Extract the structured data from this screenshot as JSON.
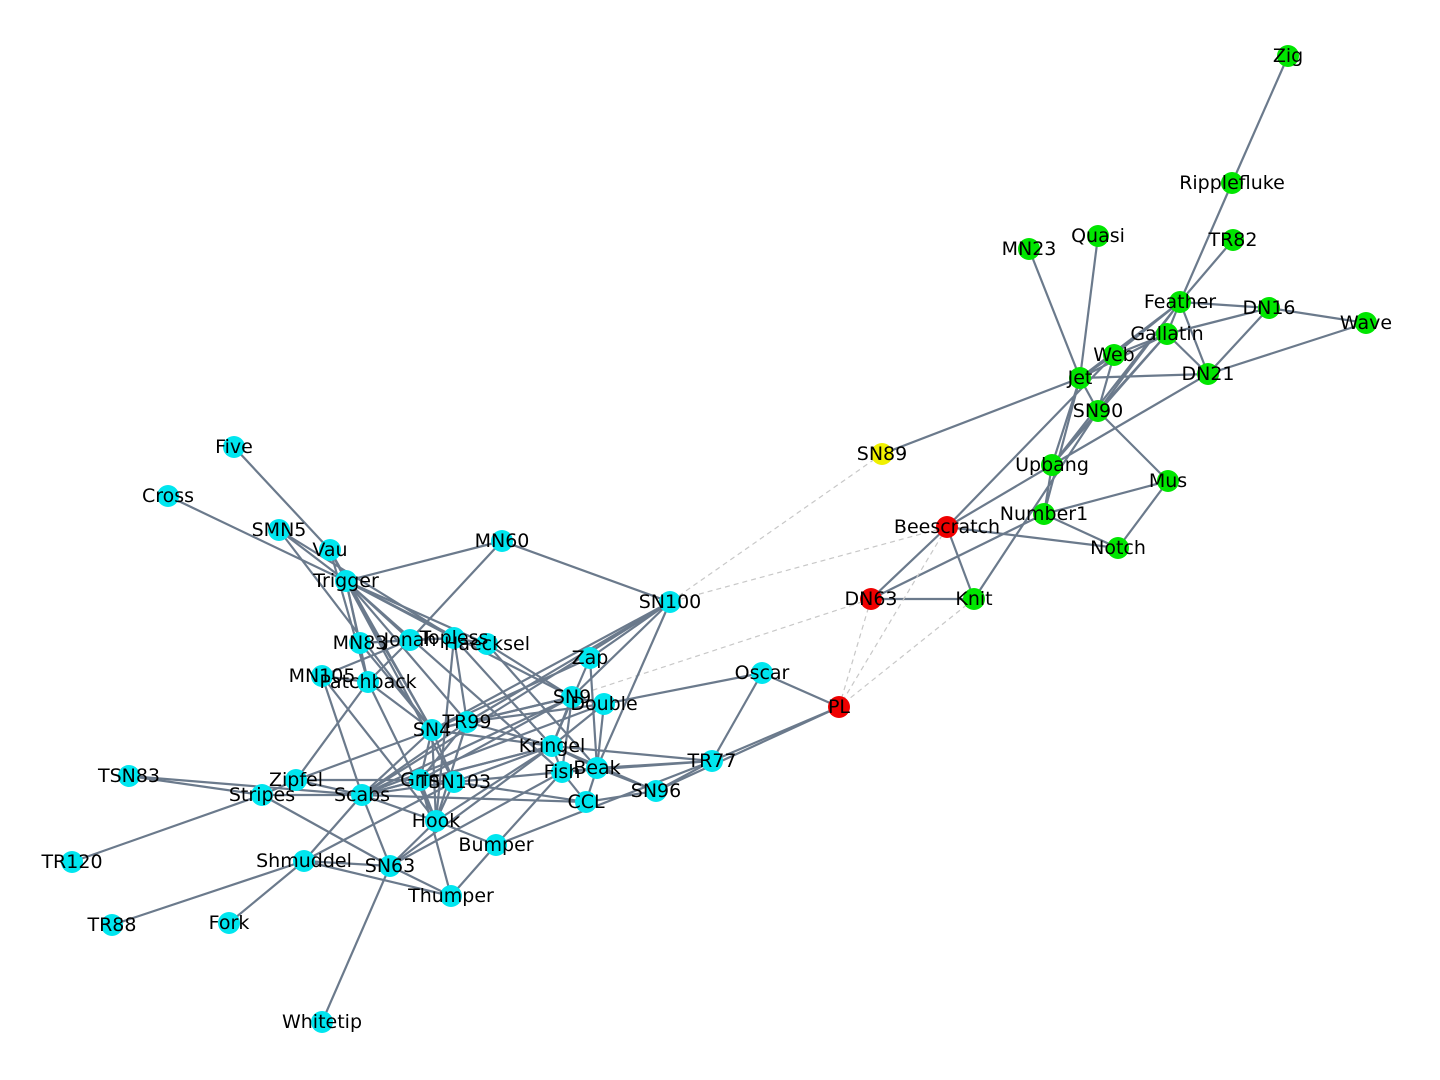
{
  "colors": {
    "cluster_a": "#00e6ef",
    "cluster_b": "#00e600",
    "bridge": "#ef0000",
    "isolated_link": "#f0f000",
    "edge": "#6b7a8c",
    "edge_weak": "#c8c8c8"
  },
  "nodes": [
    {
      "id": "Zig",
      "group": "cluster_b"
    },
    {
      "id": "Ripplefluke",
      "group": "cluster_b"
    },
    {
      "id": "TR82",
      "group": "cluster_b"
    },
    {
      "id": "Quasi",
      "group": "cluster_b"
    },
    {
      "id": "MN23",
      "group": "cluster_b"
    },
    {
      "id": "Feather",
      "group": "cluster_b"
    },
    {
      "id": "DN16",
      "group": "cluster_b"
    },
    {
      "id": "Wave",
      "group": "cluster_b"
    },
    {
      "id": "Gallatin",
      "group": "cluster_b"
    },
    {
      "id": "Web",
      "group": "cluster_b"
    },
    {
      "id": "Jet",
      "group": "cluster_b"
    },
    {
      "id": "DN21",
      "group": "cluster_b"
    },
    {
      "id": "SN90",
      "group": "cluster_b"
    },
    {
      "id": "Upbang",
      "group": "cluster_b"
    },
    {
      "id": "Mus",
      "group": "cluster_b"
    },
    {
      "id": "Number1",
      "group": "cluster_b"
    },
    {
      "id": "Notch",
      "group": "cluster_b"
    },
    {
      "id": "Knit",
      "group": "cluster_b"
    },
    {
      "id": "SN89",
      "group": "isolated_link"
    },
    {
      "id": "Beescratch",
      "group": "bridge"
    },
    {
      "id": "DN63",
      "group": "bridge"
    },
    {
      "id": "PL",
      "group": "bridge"
    },
    {
      "id": "Five",
      "group": "cluster_a"
    },
    {
      "id": "Cross",
      "group": "cluster_a"
    },
    {
      "id": "SMN5",
      "group": "cluster_a"
    },
    {
      "id": "Vau",
      "group": "cluster_a"
    },
    {
      "id": "Trigger",
      "group": "cluster_a"
    },
    {
      "id": "MN60",
      "group": "cluster_a"
    },
    {
      "id": "SN100",
      "group": "cluster_a"
    },
    {
      "id": "MN83",
      "group": "cluster_a"
    },
    {
      "id": "Jonah",
      "group": "cluster_a"
    },
    {
      "id": "Topless",
      "group": "cluster_a"
    },
    {
      "id": "Haecksel",
      "group": "cluster_a"
    },
    {
      "id": "Zap",
      "group": "cluster_a"
    },
    {
      "id": "MN105",
      "group": "cluster_a"
    },
    {
      "id": "Patchback",
      "group": "cluster_a"
    },
    {
      "id": "Oscar",
      "group": "cluster_a"
    },
    {
      "id": "SN9",
      "group": "cluster_a"
    },
    {
      "id": "Double",
      "group": "cluster_a"
    },
    {
      "id": "TR99",
      "group": "cluster_a"
    },
    {
      "id": "SN4",
      "group": "cluster_a"
    },
    {
      "id": "Kringel",
      "group": "cluster_a"
    },
    {
      "id": "TR77",
      "group": "cluster_a"
    },
    {
      "id": "Beak",
      "group": "cluster_a"
    },
    {
      "id": "Fish",
      "group": "cluster_a"
    },
    {
      "id": "TSN83",
      "group": "cluster_a"
    },
    {
      "id": "Zipfel",
      "group": "cluster_a"
    },
    {
      "id": "Stripes",
      "group": "cluster_a"
    },
    {
      "id": "Scabs",
      "group": "cluster_a"
    },
    {
      "id": "Grin",
      "group": "cluster_a"
    },
    {
      "id": "TSN103",
      "group": "cluster_a"
    },
    {
      "id": "SN96",
      "group": "cluster_a"
    },
    {
      "id": "CCL",
      "group": "cluster_a"
    },
    {
      "id": "Hook",
      "group": "cluster_a"
    },
    {
      "id": "Bumper",
      "group": "cluster_a"
    },
    {
      "id": "TR120",
      "group": "cluster_a"
    },
    {
      "id": "Shmuddel",
      "group": "cluster_a"
    },
    {
      "id": "SN63",
      "group": "cluster_a"
    },
    {
      "id": "Thumper",
      "group": "cluster_a"
    },
    {
      "id": "TR88",
      "group": "cluster_a"
    },
    {
      "id": "Fork",
      "group": "cluster_a"
    },
    {
      "id": "Whitetip",
      "group": "cluster_a"
    }
  ],
  "edges": [
    [
      "Zig",
      "Ripplefluke",
      "solid"
    ],
    [
      "Ripplefluke",
      "Feather",
      "solid"
    ],
    [
      "TR82",
      "Feather",
      "solid"
    ],
    [
      "Quasi",
      "Jet",
      "solid"
    ],
    [
      "MN23",
      "Jet",
      "solid"
    ],
    [
      "Feather",
      "DN16",
      "solid"
    ],
    [
      "Feather",
      "Gallatin",
      "solid"
    ],
    [
      "Feather",
      "Web",
      "solid"
    ],
    [
      "Feather",
      "Jet",
      "solid"
    ],
    [
      "Feather",
      "DN21",
      "solid"
    ],
    [
      "Feather",
      "SN90",
      "solid"
    ],
    [
      "Feather",
      "Upbang",
      "solid"
    ],
    [
      "DN16",
      "Wave",
      "solid"
    ],
    [
      "DN16",
      "Gallatin",
      "solid"
    ],
    [
      "DN16",
      "DN21",
      "solid"
    ],
    [
      "Wave",
      "DN21",
      "solid"
    ],
    [
      "Gallatin",
      "Web",
      "solid"
    ],
    [
      "Gallatin",
      "Jet",
      "solid"
    ],
    [
      "Gallatin",
      "DN21",
      "solid"
    ],
    [
      "Gallatin",
      "SN90",
      "solid"
    ],
    [
      "Gallatin",
      "Upbang",
      "solid"
    ],
    [
      "Web",
      "Jet",
      "solid"
    ],
    [
      "Web",
      "SN90",
      "solid"
    ],
    [
      "Web",
      "Beescratch",
      "solid"
    ],
    [
      "Jet",
      "DN21",
      "solid"
    ],
    [
      "Jet",
      "SN90",
      "solid"
    ],
    [
      "Jet",
      "SN89",
      "solid"
    ],
    [
      "Jet",
      "Upbang",
      "solid"
    ],
    [
      "Jet",
      "Number1",
      "solid"
    ],
    [
      "SN90",
      "Mus",
      "solid"
    ],
    [
      "SN90",
      "Knit",
      "solid"
    ],
    [
      "SN90",
      "Upbang",
      "solid"
    ],
    [
      "DN21",
      "Upbang",
      "solid"
    ],
    [
      "Upbang",
      "Number1",
      "solid"
    ],
    [
      "Upbang",
      "Beescratch",
      "solid"
    ],
    [
      "Mus",
      "Number1",
      "solid"
    ],
    [
      "Mus",
      "Notch",
      "solid"
    ],
    [
      "Number1",
      "Notch",
      "solid"
    ],
    [
      "Beescratch",
      "Notch",
      "solid"
    ],
    [
      "Beescratch",
      "Knit",
      "solid"
    ],
    [
      "Beescratch",
      "DN63",
      "solid"
    ],
    [
      "Number1",
      "DN63",
      "solid"
    ],
    [
      "DN63",
      "Knit",
      "solid"
    ],
    [
      "SN89",
      "SN100",
      "dashed"
    ],
    [
      "Beescratch",
      "SN100",
      "dashed"
    ],
    [
      "DN63",
      "SN9",
      "dashed"
    ],
    [
      "DN63",
      "PL",
      "dashed"
    ],
    [
      "Beescratch",
      "PL",
      "dashed"
    ],
    [
      "Knit",
      "PL",
      "dashed"
    ],
    [
      "PL",
      "Oscar",
      "solid"
    ],
    [
      "PL",
      "TR77",
      "solid"
    ],
    [
      "PL",
      "SN96",
      "solid"
    ],
    [
      "Five",
      "Vau",
      "solid"
    ],
    [
      "Cross",
      "Trigger",
      "solid"
    ],
    [
      "SMN5",
      "Trigger",
      "solid"
    ],
    [
      "SMN5",
      "Topless",
      "solid"
    ],
    [
      "SMN5",
      "SN4",
      "solid"
    ],
    [
      "Vau",
      "Trigger",
      "solid"
    ],
    [
      "Vau",
      "Patchback",
      "solid"
    ],
    [
      "Vau",
      "SN4",
      "solid"
    ],
    [
      "Trigger",
      "MN60",
      "solid"
    ],
    [
      "Trigger",
      "MN83",
      "solid"
    ],
    [
      "Trigger",
      "Jonah",
      "solid"
    ],
    [
      "Trigger",
      "Topless",
      "solid"
    ],
    [
      "Trigger",
      "Haecksel",
      "solid"
    ],
    [
      "Trigger",
      "Patchback",
      "solid"
    ],
    [
      "Trigger",
      "TR99",
      "solid"
    ],
    [
      "Trigger",
      "SN4",
      "solid"
    ],
    [
      "Trigger",
      "SN9",
      "solid"
    ],
    [
      "Trigger",
      "Fish",
      "solid"
    ],
    [
      "Trigger",
      "TSN103",
      "solid"
    ],
    [
      "MN60",
      "SN100",
      "solid"
    ],
    [
      "MN60",
      "Jonah",
      "solid"
    ],
    [
      "SN100",
      "Zap",
      "solid"
    ],
    [
      "SN100",
      "SN9",
      "solid"
    ],
    [
      "SN100",
      "TR99",
      "solid"
    ],
    [
      "SN100",
      "SN4",
      "solid"
    ],
    [
      "SN100",
      "Beak",
      "solid"
    ],
    [
      "SN100",
      "Scabs",
      "solid"
    ],
    [
      "MN83",
      "Jonah",
      "solid"
    ],
    [
      "MN83",
      "Topless",
      "solid"
    ],
    [
      "MN83",
      "SN4",
      "solid"
    ],
    [
      "Jonah",
      "Topless",
      "solid"
    ],
    [
      "Jonah",
      "Patchback",
      "solid"
    ],
    [
      "Jonah",
      "MN105",
      "solid"
    ],
    [
      "Topless",
      "Haecksel",
      "solid"
    ],
    [
      "Topless",
      "TR99",
      "solid"
    ],
    [
      "Topless",
      "Kringel",
      "solid"
    ],
    [
      "Topless",
      "Hook",
      "solid"
    ],
    [
      "Haecksel",
      "SN9",
      "solid"
    ],
    [
      "Haecksel",
      "Beak",
      "solid"
    ],
    [
      "Zap",
      "Kringel",
      "solid"
    ],
    [
      "Zap",
      "Beak",
      "solid"
    ],
    [
      "Zap",
      "SN4",
      "solid"
    ],
    [
      "MN105",
      "Patchback",
      "solid"
    ],
    [
      "MN105",
      "Scabs",
      "solid"
    ],
    [
      "MN105",
      "Hook",
      "solid"
    ],
    [
      "Patchback",
      "Zipfel",
      "solid"
    ],
    [
      "Patchback",
      "SN4",
      "solid"
    ],
    [
      "Patchback",
      "Hook",
      "solid"
    ],
    [
      "Oscar",
      "Double",
      "solid"
    ],
    [
      "Oscar",
      "TR77",
      "solid"
    ],
    [
      "SN9",
      "Double",
      "solid"
    ],
    [
      "SN9",
      "TR99",
      "solid"
    ],
    [
      "SN9",
      "SN4",
      "solid"
    ],
    [
      "SN9",
      "Kringel",
      "solid"
    ],
    [
      "SN9",
      "Fish",
      "solid"
    ],
    [
      "SN9",
      "Grin",
      "solid"
    ],
    [
      "SN9",
      "Scabs",
      "solid"
    ],
    [
      "Double",
      "TR99",
      "solid"
    ],
    [
      "Double",
      "Kringel",
      "solid"
    ],
    [
      "Double",
      "Beak",
      "solid"
    ],
    [
      "Double",
      "Scabs",
      "solid"
    ],
    [
      "TR99",
      "SN4",
      "solid"
    ],
    [
      "TR99",
      "Kringel",
      "solid"
    ],
    [
      "TR99",
      "Grin",
      "solid"
    ],
    [
      "TR99",
      "Hook",
      "solid"
    ],
    [
      "TR99",
      "Scabs",
      "solid"
    ],
    [
      "SN4",
      "Kringel",
      "solid"
    ],
    [
      "SN4",
      "Zipfel",
      "solid"
    ],
    [
      "SN4",
      "Grin",
      "solid"
    ],
    [
      "SN4",
      "Hook",
      "solid"
    ],
    [
      "SN4",
      "TSN103",
      "solid"
    ],
    [
      "SN4",
      "Scabs",
      "solid"
    ],
    [
      "Kringel",
      "TR77",
      "solid"
    ],
    [
      "Kringel",
      "Beak",
      "solid"
    ],
    [
      "Kringel",
      "Fish",
      "solid"
    ],
    [
      "Kringel",
      "SN63",
      "solid"
    ],
    [
      "Kringel",
      "Grin",
      "solid"
    ],
    [
      "Kringel",
      "TSN103",
      "solid"
    ],
    [
      "Kringel",
      "Hook",
      "solid"
    ],
    [
      "Kringel",
      "Scabs",
      "solid"
    ],
    [
      "TR77",
      "Beak",
      "solid"
    ],
    [
      "TR77",
      "SN96",
      "solid"
    ],
    [
      "TR77",
      "Fish",
      "solid"
    ],
    [
      "Beak",
      "Fish",
      "solid"
    ],
    [
      "Beak",
      "SN96",
      "solid"
    ],
    [
      "Beak",
      "CCL",
      "solid"
    ],
    [
      "Fish",
      "CCL",
      "solid"
    ],
    [
      "Fish",
      "Bumper",
      "solid"
    ],
    [
      "Fish",
      "TSN103",
      "solid"
    ],
    [
      "Fish",
      "SN63",
      "solid"
    ],
    [
      "TSN83",
      "Stripes",
      "solid"
    ],
    [
      "TSN83",
      "Scabs",
      "solid"
    ],
    [
      "Zipfel",
      "Stripes",
      "solid"
    ],
    [
      "Zipfel",
      "Scabs",
      "solid"
    ],
    [
      "Zipfel",
      "Grin",
      "solid"
    ],
    [
      "Stripes",
      "TR120",
      "solid"
    ],
    [
      "Stripes",
      "Scabs",
      "solid"
    ],
    [
      "Stripes",
      "SN63",
      "solid"
    ],
    [
      "Scabs",
      "Grin",
      "solid"
    ],
    [
      "Scabs",
      "TSN103",
      "solid"
    ],
    [
      "Scabs",
      "SN63",
      "solid"
    ],
    [
      "Scabs",
      "Shmuddel",
      "solid"
    ],
    [
      "Scabs",
      "Hook",
      "solid"
    ],
    [
      "Grin",
      "TSN103",
      "solid"
    ],
    [
      "Grin",
      "Hook",
      "solid"
    ],
    [
      "Grin",
      "Thumper",
      "solid"
    ],
    [
      "TSN103",
      "Hook",
      "solid"
    ],
    [
      "TSN103",
      "CCL",
      "solid"
    ],
    [
      "TSN103",
      "Shmuddel",
      "solid"
    ],
    [
      "SN96",
      "CCL",
      "solid"
    ],
    [
      "SN96",
      "Kringel",
      "solid"
    ],
    [
      "CCL",
      "Scabs",
      "solid"
    ],
    [
      "Hook",
      "Bumper",
      "solid"
    ],
    [
      "Hook",
      "SN63",
      "solid"
    ],
    [
      "Bumper",
      "TR77",
      "solid"
    ],
    [
      "Bumper",
      "Thumper",
      "solid"
    ],
    [
      "Shmuddel",
      "SN63",
      "solid"
    ],
    [
      "Shmuddel",
      "TR88",
      "solid"
    ],
    [
      "Shmuddel",
      "Fork",
      "solid"
    ],
    [
      "Shmuddel",
      "Thumper",
      "solid"
    ],
    [
      "SN63",
      "Thumper",
      "solid"
    ],
    [
      "SN63",
      "Whitetip",
      "solid"
    ]
  ]
}
